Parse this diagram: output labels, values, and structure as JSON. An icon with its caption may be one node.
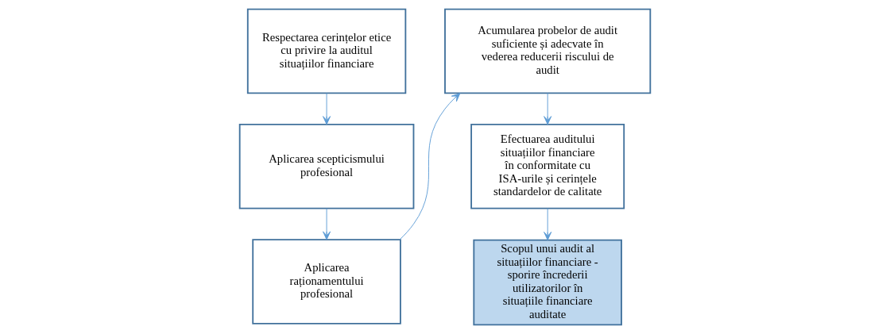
{
  "diagram": {
    "nodes": [
      {
        "text": [
          "Respectarea cerințelor etice cu privire la auditul situațiilor financiare"
        ]
      },
      {
        "text": [
          "Aplicarea scepticismului profesional"
        ]
      },
      {
        "text": [
          "Aplicarea raționamentului profesional"
        ]
      },
      {
        "text": [
          "Acumularea probelor de audit suficiente și adecvate în vederea reducerii riscului de audit"
        ]
      },
      {
        "text": [
          "Efectuarea auditului situațiilor financiare în conformitate cu ISA-urile și cerințele standardelor de calitate"
        ]
      },
      {
        "text": [
          "Scopul unui audit al situațiilor financiare - sporire încrederii utilizatorilor în situațiile financiare auditate"
        ]
      }
    ],
    "edges": [
      {
        "from": 0,
        "to": 1,
        "arrow": "to"
      },
      {
        "from": 1,
        "to": 2,
        "arrow": "to"
      },
      {
        "from": 2,
        "to": 3,
        "arrow": "to"
      },
      {
        "from": 3,
        "to": 4,
        "arrow": "to"
      },
      {
        "from": 4,
        "to": 5,
        "arrow": "to"
      }
    ]
  }
}
